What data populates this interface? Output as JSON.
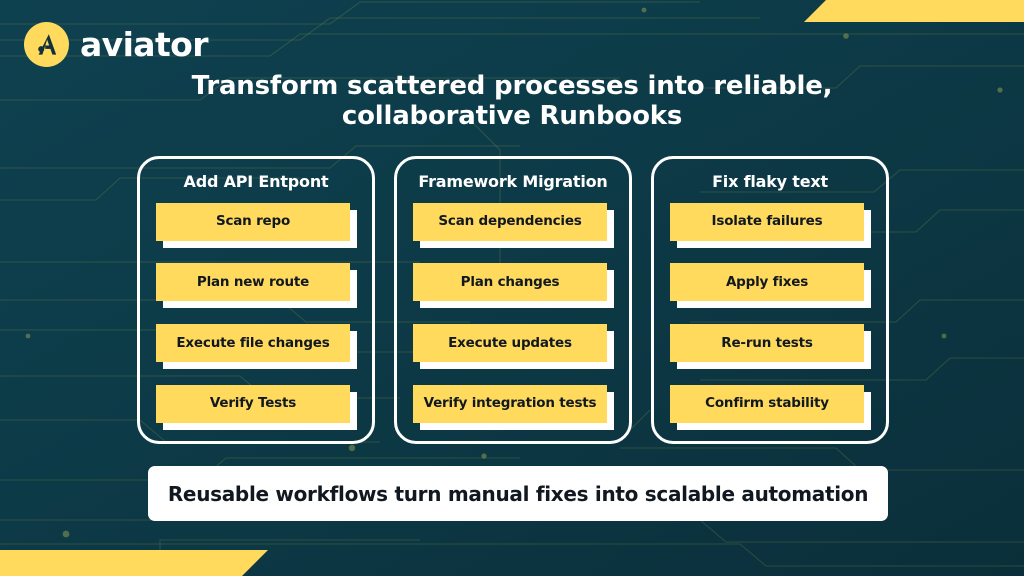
{
  "brand": {
    "logo_icon": "aviator-a-mark-icon",
    "wordmark": "aviator",
    "logo_color": "#FFDA5C"
  },
  "headline": {
    "line1": "Transform scattered processes into reliable,",
    "line2": "collaborative Runbooks",
    "full": "Transform scattered processes into reliable, collaborative Runbooks"
  },
  "theme": {
    "background": "#0D3A47",
    "accent": "#FFDA5C",
    "card_text": "#111820",
    "outline": "#FFFFFF"
  },
  "columns": [
    {
      "title": "Add API Entpont",
      "steps": [
        "Scan repo",
        "Plan new route",
        "Execute file changes",
        "Verify Tests"
      ]
    },
    {
      "title": "Framework Migration",
      "steps": [
        "Scan dependencies",
        "Plan changes",
        "Execute updates",
        "Verify integration tests"
      ]
    },
    {
      "title": "Fix flaky text",
      "steps": [
        "Isolate failures",
        "Apply fixes",
        "Re-run tests",
        "Confirm stability"
      ]
    }
  ],
  "banner": {
    "text": "Reusable workflows turn manual fixes into scalable automation"
  }
}
